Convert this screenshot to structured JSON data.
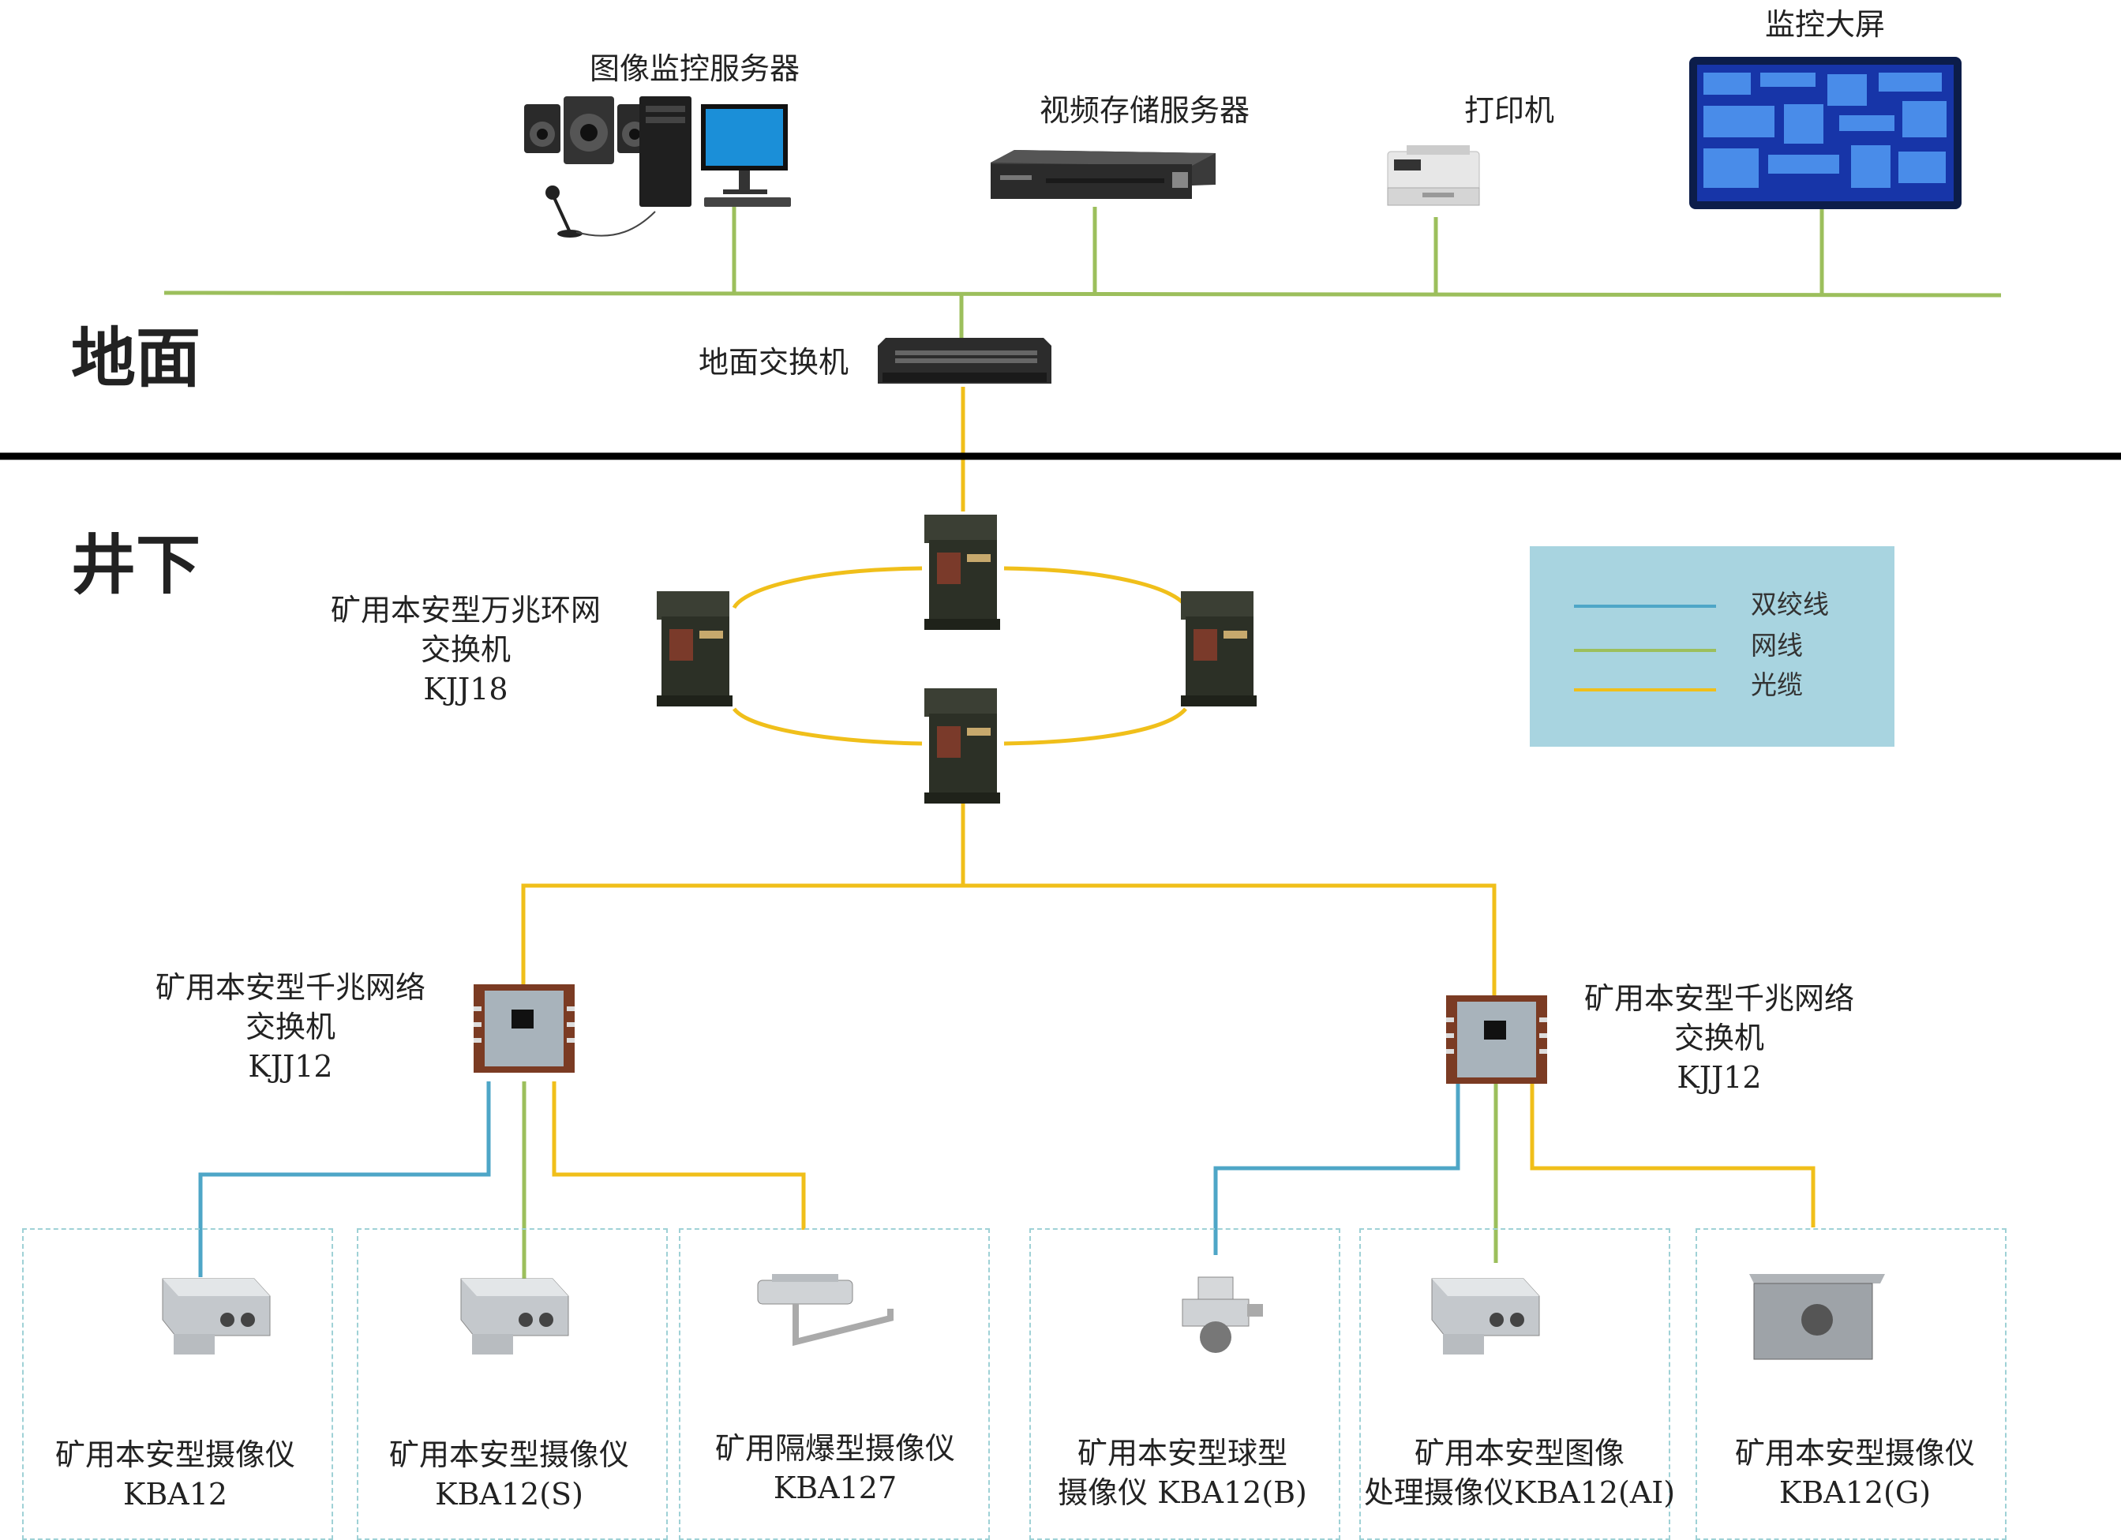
{
  "sections": {
    "ground": "地面",
    "underground": "井下"
  },
  "surface": {
    "monitor_server": "图像监控服务器",
    "video_storage": "视频存储服务器",
    "printer": "打印机",
    "big_screen": "监控大屏",
    "ground_switch": "地面交换机"
  },
  "ring_switch": {
    "line1": "矿用本安型万兆环网",
    "line2": "交换机",
    "model": "KJJ18"
  },
  "switch_left": {
    "line1": "矿用本安型千兆网络",
    "line2": "交换机",
    "model": "KJJ12"
  },
  "switch_right": {
    "line1": "矿用本安型千兆网络",
    "line2": "交换机",
    "model": "KJJ12"
  },
  "legend": [
    {
      "label": "双绞线",
      "color": "#4ea6c7"
    },
    {
      "label": "网线",
      "color": "#9cbf5c"
    },
    {
      "label": "光缆",
      "color": "#f0bf1a"
    }
  ],
  "cameras": [
    {
      "line1": "矿用本安型摄像仪",
      "line2": "KBA12"
    },
    {
      "line1": "矿用本安型摄像仪",
      "line2": "KBA12(S)"
    },
    {
      "line1": "矿用隔爆型摄像仪",
      "line2": "KBA127"
    },
    {
      "line1": "矿用本安型球型",
      "line2": "摄像仪  KBA12(B)"
    },
    {
      "line1": "矿用本安型图像",
      "line2": "处理摄像仪KBA12(AI)"
    },
    {
      "line1": "矿用本安型摄像仪",
      "line2": "KBA12(G)"
    }
  ]
}
